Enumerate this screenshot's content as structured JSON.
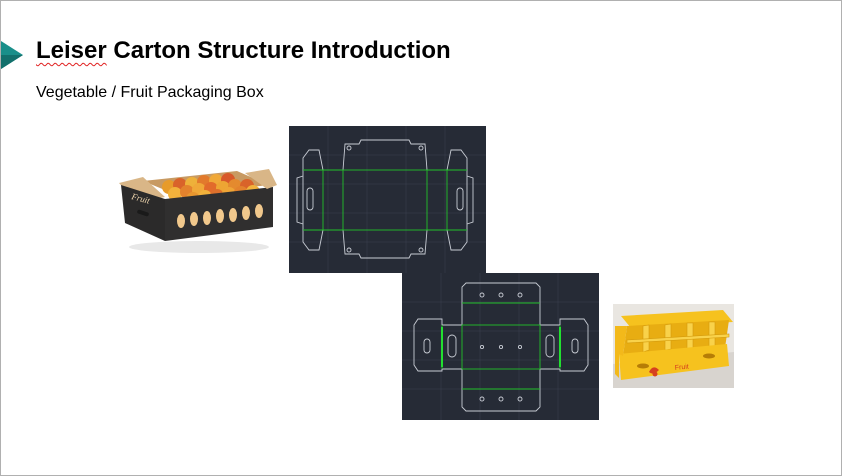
{
  "slide": {
    "title_brand": "Leiser",
    "title_rest": " Carton Structure Introduction",
    "subtitle": "Vegetable / Fruit Packaging Box"
  },
  "images": {
    "fruit_box_photo": {
      "box_print": "Fruit"
    },
    "yellow_box_photo": {
      "box_print": "Fruit"
    }
  },
  "colors": {
    "accent_marker": "#1a8f8a",
    "cad_background": "#262b36",
    "cad_cut_line": "#c8ccd4",
    "cad_fold_line": "#22c02a",
    "kraft_box": "#2b2a2a",
    "yellow_box": "#f6c21e"
  }
}
